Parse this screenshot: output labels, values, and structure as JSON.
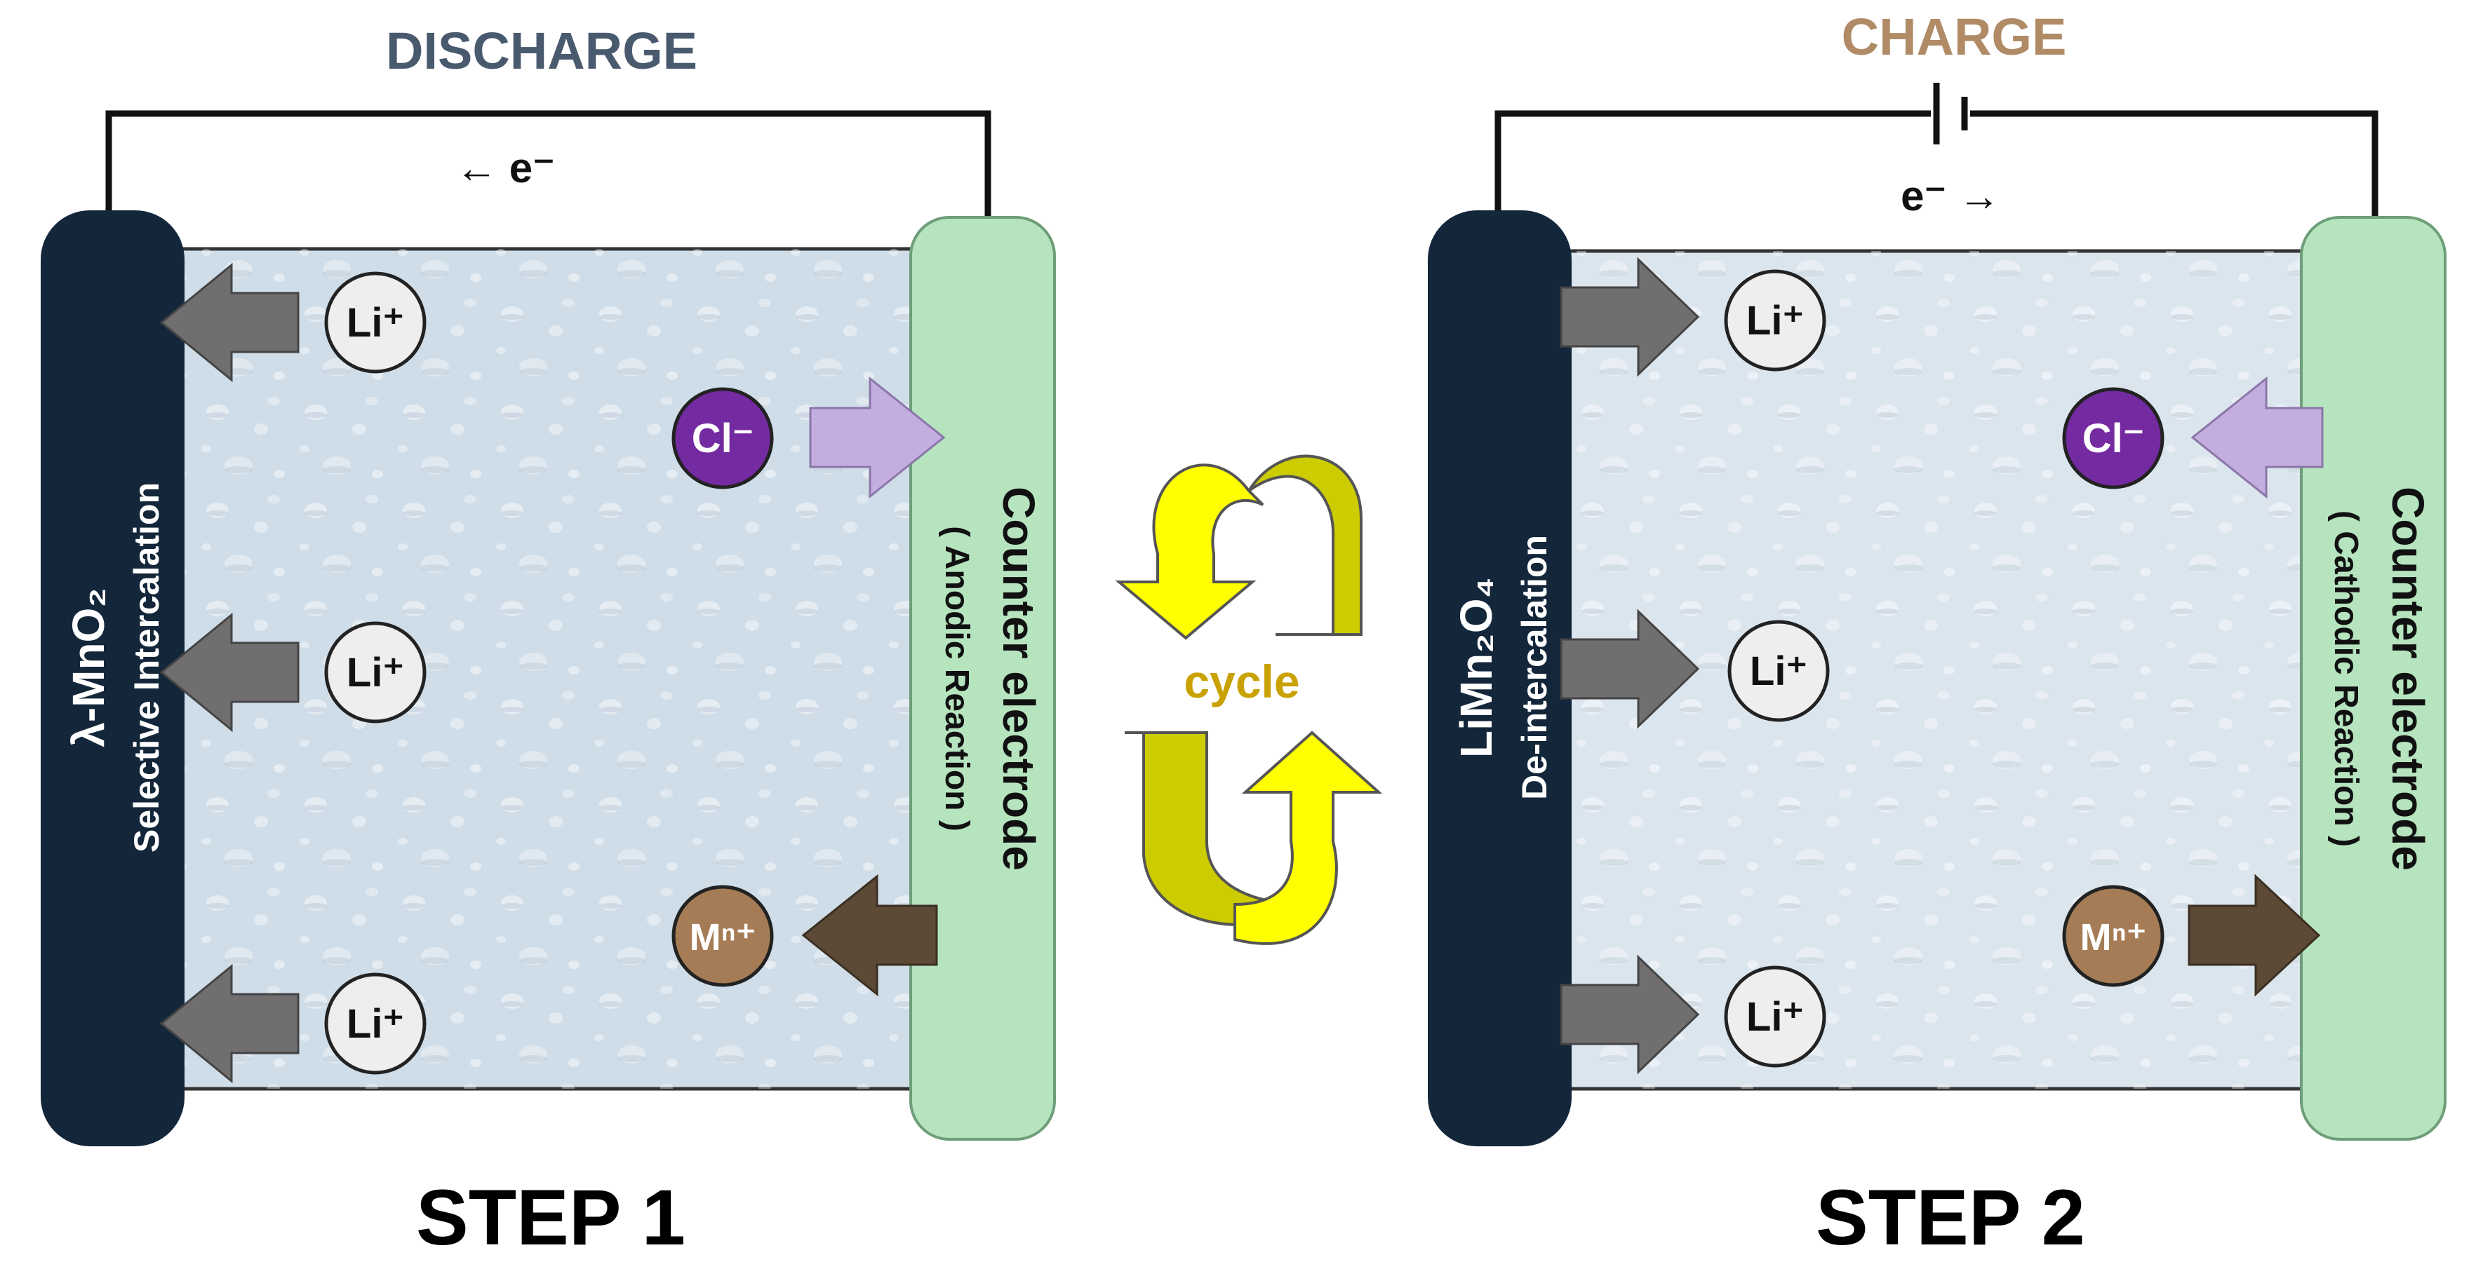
{
  "colors": {
    "discharge_title": "#4a5a6e",
    "charge_title": "#b08b66",
    "electrode_dark": "#13263a",
    "electrode_green": "#b6e4bf",
    "electrolyte": "#cfdde8",
    "li_ion": "#eeeeee",
    "cl_ion": "#742aa0",
    "m_ion": "#a57c55",
    "gray_arrow": "#706e6e",
    "lilac_arrow": "#c4aee0",
    "brown_arrow": "#5c4a36",
    "cycle_arrow": "#ffff00",
    "cycle_arrow_dark": "#cccc00",
    "cycle_text": "#c9a100"
  },
  "step1": {
    "title": "DISCHARGE",
    "electron_label": "← e⁻",
    "left_electrode_formula": "λ-MnO₂",
    "left_electrode_desc": "Selective Intercalation",
    "right_electrode_title": "Counter electrode",
    "right_electrode_desc": "( Anodic Reaction )",
    "li_label": "Li⁺",
    "cl_label": "Cl⁻",
    "m_label": "Mⁿ⁺",
    "step_label": "STEP 1"
  },
  "step2": {
    "title": "CHARGE",
    "electron_label": "e⁻ →",
    "left_electrode_formula": "LiMn₂O₄",
    "left_electrode_desc": "De-intercalation",
    "right_electrode_title": "Counter electrode",
    "right_electrode_desc": "( Cathodic Reaction )",
    "li_label": "Li⁺",
    "cl_label": "Cl⁻",
    "m_label": "Mⁿ⁺",
    "step_label": "STEP 2"
  },
  "cycle": {
    "label": "cycle"
  }
}
